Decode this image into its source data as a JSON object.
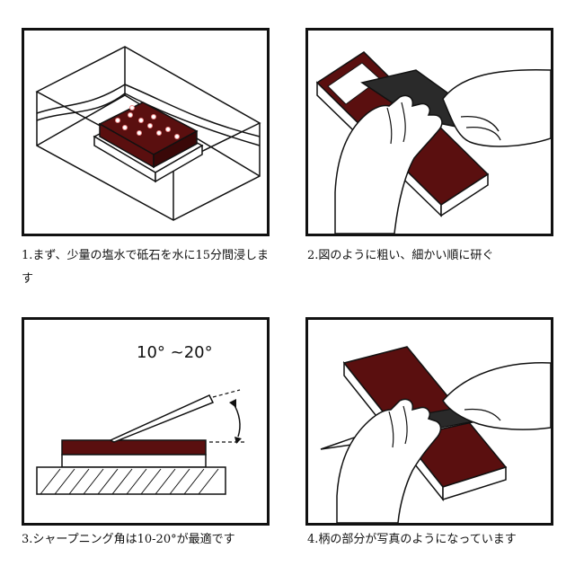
{
  "steps": [
    {
      "caption": "1.まず、少量の塩水で砥石を水に15分間浸します"
    },
    {
      "caption": "2.図のように粗い、細かい順に研ぐ"
    },
    {
      "caption": "3.シャープニング角は10-20°が最適です"
    },
    {
      "caption": "4.柄の部分が写真のようになっています"
    }
  ],
  "angle_label": "10°  ~20°",
  "colors": {
    "stone": "#5a0f0f",
    "outline": "#111111",
    "skin": "#ffffff",
    "blade": "#2a2a2a"
  }
}
